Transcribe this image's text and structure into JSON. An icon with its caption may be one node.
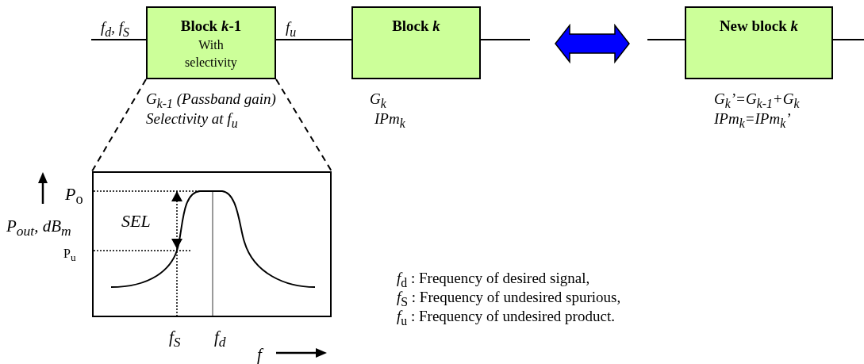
{
  "diagram": {
    "nodes": [
      {
        "text": [
          "Block *k*-1",
          "With selectivity"
        ],
        "beside": [
          "G$_{k-1}$ (Passband gain)",
          "Selectivity at f$_{u}$"
        ]
      },
      {
        "text": [
          "Block *k*"
        ],
        "beside": [
          "G$_{k}$",
          "IPm$_{k}$"
        ]
      },
      {
        "text": [
          "New block *k*"
        ],
        "beside": [
          "G$_{k}$’=G$_{k-1}$+G$_{k}$",
          "IPm$_{k}$=IPm$_{k}$’"
        ]
      },
      {
        "text": [],
        "shape": "picture"
      }
    ],
    "edges": [
      {
        "from": null,
        "to": 0,
        "arrow": "none",
        "label": "f$_{d}$, f$_{S}$"
      },
      {
        "from": 0,
        "to": 1,
        "arrow": "none",
        "label": "f$_{u}$"
      },
      {
        "from": 1,
        "to": null,
        "arrow": "none"
      },
      {
        "from": null,
        "to": 2,
        "arrow": "none"
      },
      {
        "from": 2,
        "to": null,
        "arrow": "none"
      },
      {
        "from": 0,
        "to": 3,
        "arrow": "none",
        "style": "dashed"
      },
      {
        "from": 0,
        "to": 3,
        "arrow": "none",
        "style": "dashed"
      }
    ],
    "labels": [
      "*P*$_{o}$",
      "SEL",
      "P$_{out}$, dB$_{m}$",
      "P$_{u}$",
      "*f*$_{d}$ :  Frequency of desired signal,",
      "*f*$_{S}$ :  Frequency of undesired spurious,",
      "*f*$_{u}$ :  Frequency of undesired product.",
      "f$_{S}$",
      "f$_{d}$",
      "f"
    ]
  }
}
